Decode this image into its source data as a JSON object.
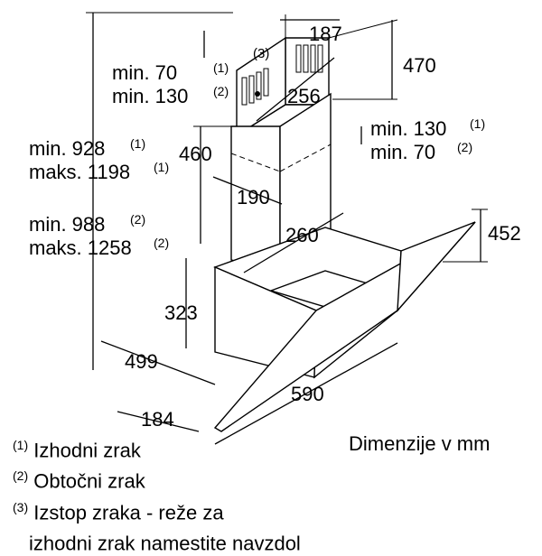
{
  "dimensions": {
    "chimney_width": "187",
    "chimney_depth": "256",
    "chimney_top_height": "470",
    "chimney_gap_top_exhaust": "min. 70",
    "chimney_gap_top_recirc": "min. 130",
    "gap_top_exhaust_note": "(1)",
    "gap_top_recirc_note": "(2)",
    "gap_mid_exhaust": "min. 130",
    "gap_mid_recirc": "min. 70",
    "gap_mid_exhaust_note": "(1)",
    "gap_mid_recirc_note": "(2)",
    "total_exhaust_min": "min. 928",
    "total_exhaust_max": "maks. 1198",
    "total_exhaust_min_note": "(1)",
    "total_exhaust_max_note": "(1)",
    "total_recirc_min": "min. 988",
    "total_recirc_max": "maks. 1258",
    "total_recirc_min_note": "(2)",
    "total_recirc_max_note": "(2)",
    "chimney_lower_height": "460",
    "chimney_lower_width": "190",
    "chimney_lower_depth": "260",
    "hood_height": "452",
    "body_height": "323",
    "body_depth": "499",
    "hood_width": "590",
    "bottom_depth": "184",
    "slot_marker": "(3)"
  },
  "legend": [
    {
      "mark": "(1)",
      "text": "Izhodni zrak"
    },
    {
      "mark": "(2)",
      "text": "Obtočni zrak"
    },
    {
      "mark": "(3)",
      "text": "Izstop zraka - reže za"
    },
    {
      "mark": "",
      "text": "izhodni zrak namestite navzdol"
    }
  ],
  "caption": "Dimenzije v mm"
}
